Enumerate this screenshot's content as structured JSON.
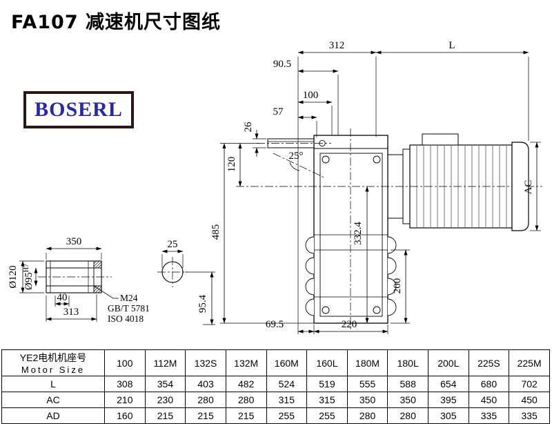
{
  "page": {
    "title": "FA107 减速机尺寸图纸",
    "logo_text": "BOSERL"
  },
  "drawing": {
    "d312": "312",
    "dL": "L",
    "d90_5": "90.5",
    "d100": "100",
    "d57": "57",
    "d26": "26",
    "d120": "120",
    "a25": "25°",
    "d485": "485",
    "dAC": "AC",
    "d332_4": "332.4",
    "d200": "200",
    "d69_5": "69.5",
    "d220": "220"
  },
  "shaft_view": {
    "d350": "350",
    "d25": "25",
    "dia120": "Ø120",
    "dia95": "Ø95",
    "dia95_tol": "H7",
    "d40": "40",
    "d313": "313",
    "m24": "M24",
    "gbt": "GB/T 5781",
    "iso": "ISO 4018",
    "d95_4": "95.4"
  },
  "table": {
    "header": {
      "line1": "YE2电机机座号",
      "line2": "Motor Size"
    },
    "columns": [
      "100",
      "112M",
      "132S",
      "132M",
      "160M",
      "160L",
      "180M",
      "180L",
      "200L",
      "225S",
      "225M"
    ],
    "rows": [
      {
        "label": "L",
        "values": [
          "308",
          "354",
          "403",
          "482",
          "524",
          "519",
          "555",
          "588",
          "654",
          "680",
          "702"
        ]
      },
      {
        "label": "AC",
        "values": [
          "210",
          "230",
          "280",
          "280",
          "315",
          "315",
          "350",
          "350",
          "395",
          "450",
          "450"
        ]
      },
      {
        "label": "AD",
        "values": [
          "160",
          "215",
          "215",
          "215",
          "255",
          "255",
          "280",
          "280",
          "305",
          "335",
          "335"
        ]
      }
    ]
  }
}
